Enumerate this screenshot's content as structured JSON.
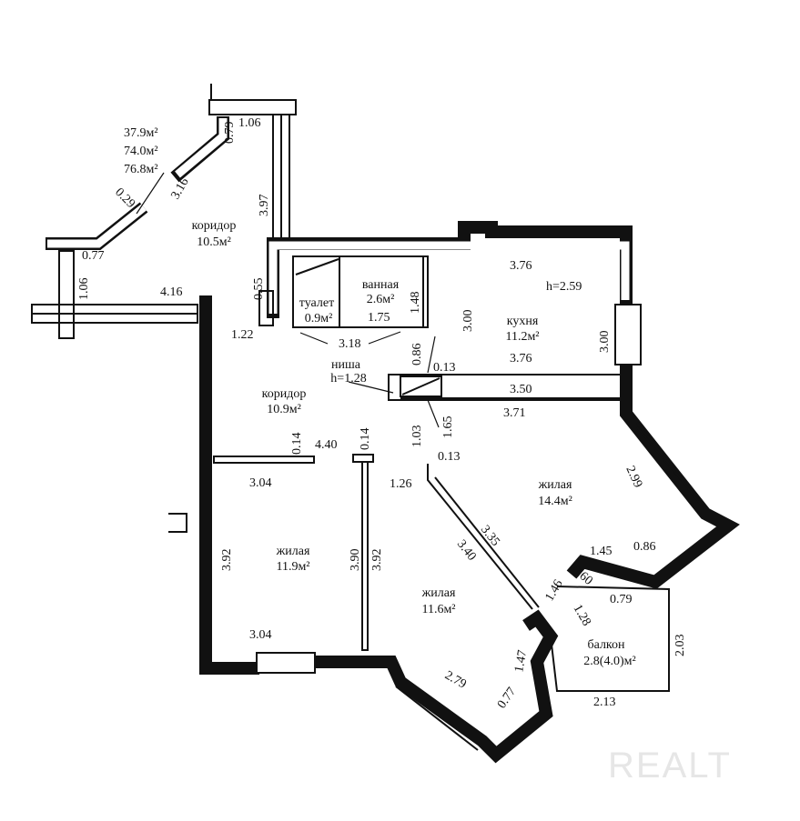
{
  "totals": [
    "37.9м²",
    "74.0м²",
    "76.8м²"
  ],
  "rooms": {
    "corridor_top": {
      "name": "коридор",
      "area": "10.5м²"
    },
    "corridor_main": {
      "name": "коридор",
      "area": "10.9м²"
    },
    "toilet": {
      "name": "туалет",
      "area": "0.9м²"
    },
    "bathroom": {
      "name": "ванная",
      "area": "2.6м²"
    },
    "kitchen": {
      "name": "кухня",
      "area": "11.2м²"
    },
    "niche": {
      "name": "ниша",
      "height": "h=1.28"
    },
    "living_right": {
      "name": "жилая",
      "area": "14.4м²"
    },
    "living_left": {
      "name": "жилая",
      "area": "11.9м²"
    },
    "living_mid": {
      "name": "жилая",
      "area": "11.6м²"
    },
    "balcony": {
      "name": "балкон",
      "area": "2.8(4.0)м²"
    }
  },
  "ceiling_height": "h=2.59",
  "dimensions": [
    "1.06",
    "0.79",
    "3.16",
    "0.29",
    "0.77",
    "1.06",
    "3.97",
    "4.16",
    "0.55",
    "1.22",
    "1.48",
    "1.75",
    "3.18",
    "3.76",
    "3.00",
    "3.76",
    "3.00",
    "0.86",
    "0.13",
    "3.50",
    "3.71",
    "1.65",
    "1.03",
    "0.13",
    "0.14",
    "4.40",
    "0.14",
    "3.04",
    "1.26",
    "2.99",
    "3.35",
    "3.40",
    "1.45",
    "0.86",
    "0.60",
    "1.46",
    "0.79",
    "1.28",
    "2.03",
    "3.92",
    "3.90",
    "3.92",
    "3.04",
    "2.13",
    "1.47",
    "2.79",
    "0.77"
  ],
  "watermark": "REALT"
}
